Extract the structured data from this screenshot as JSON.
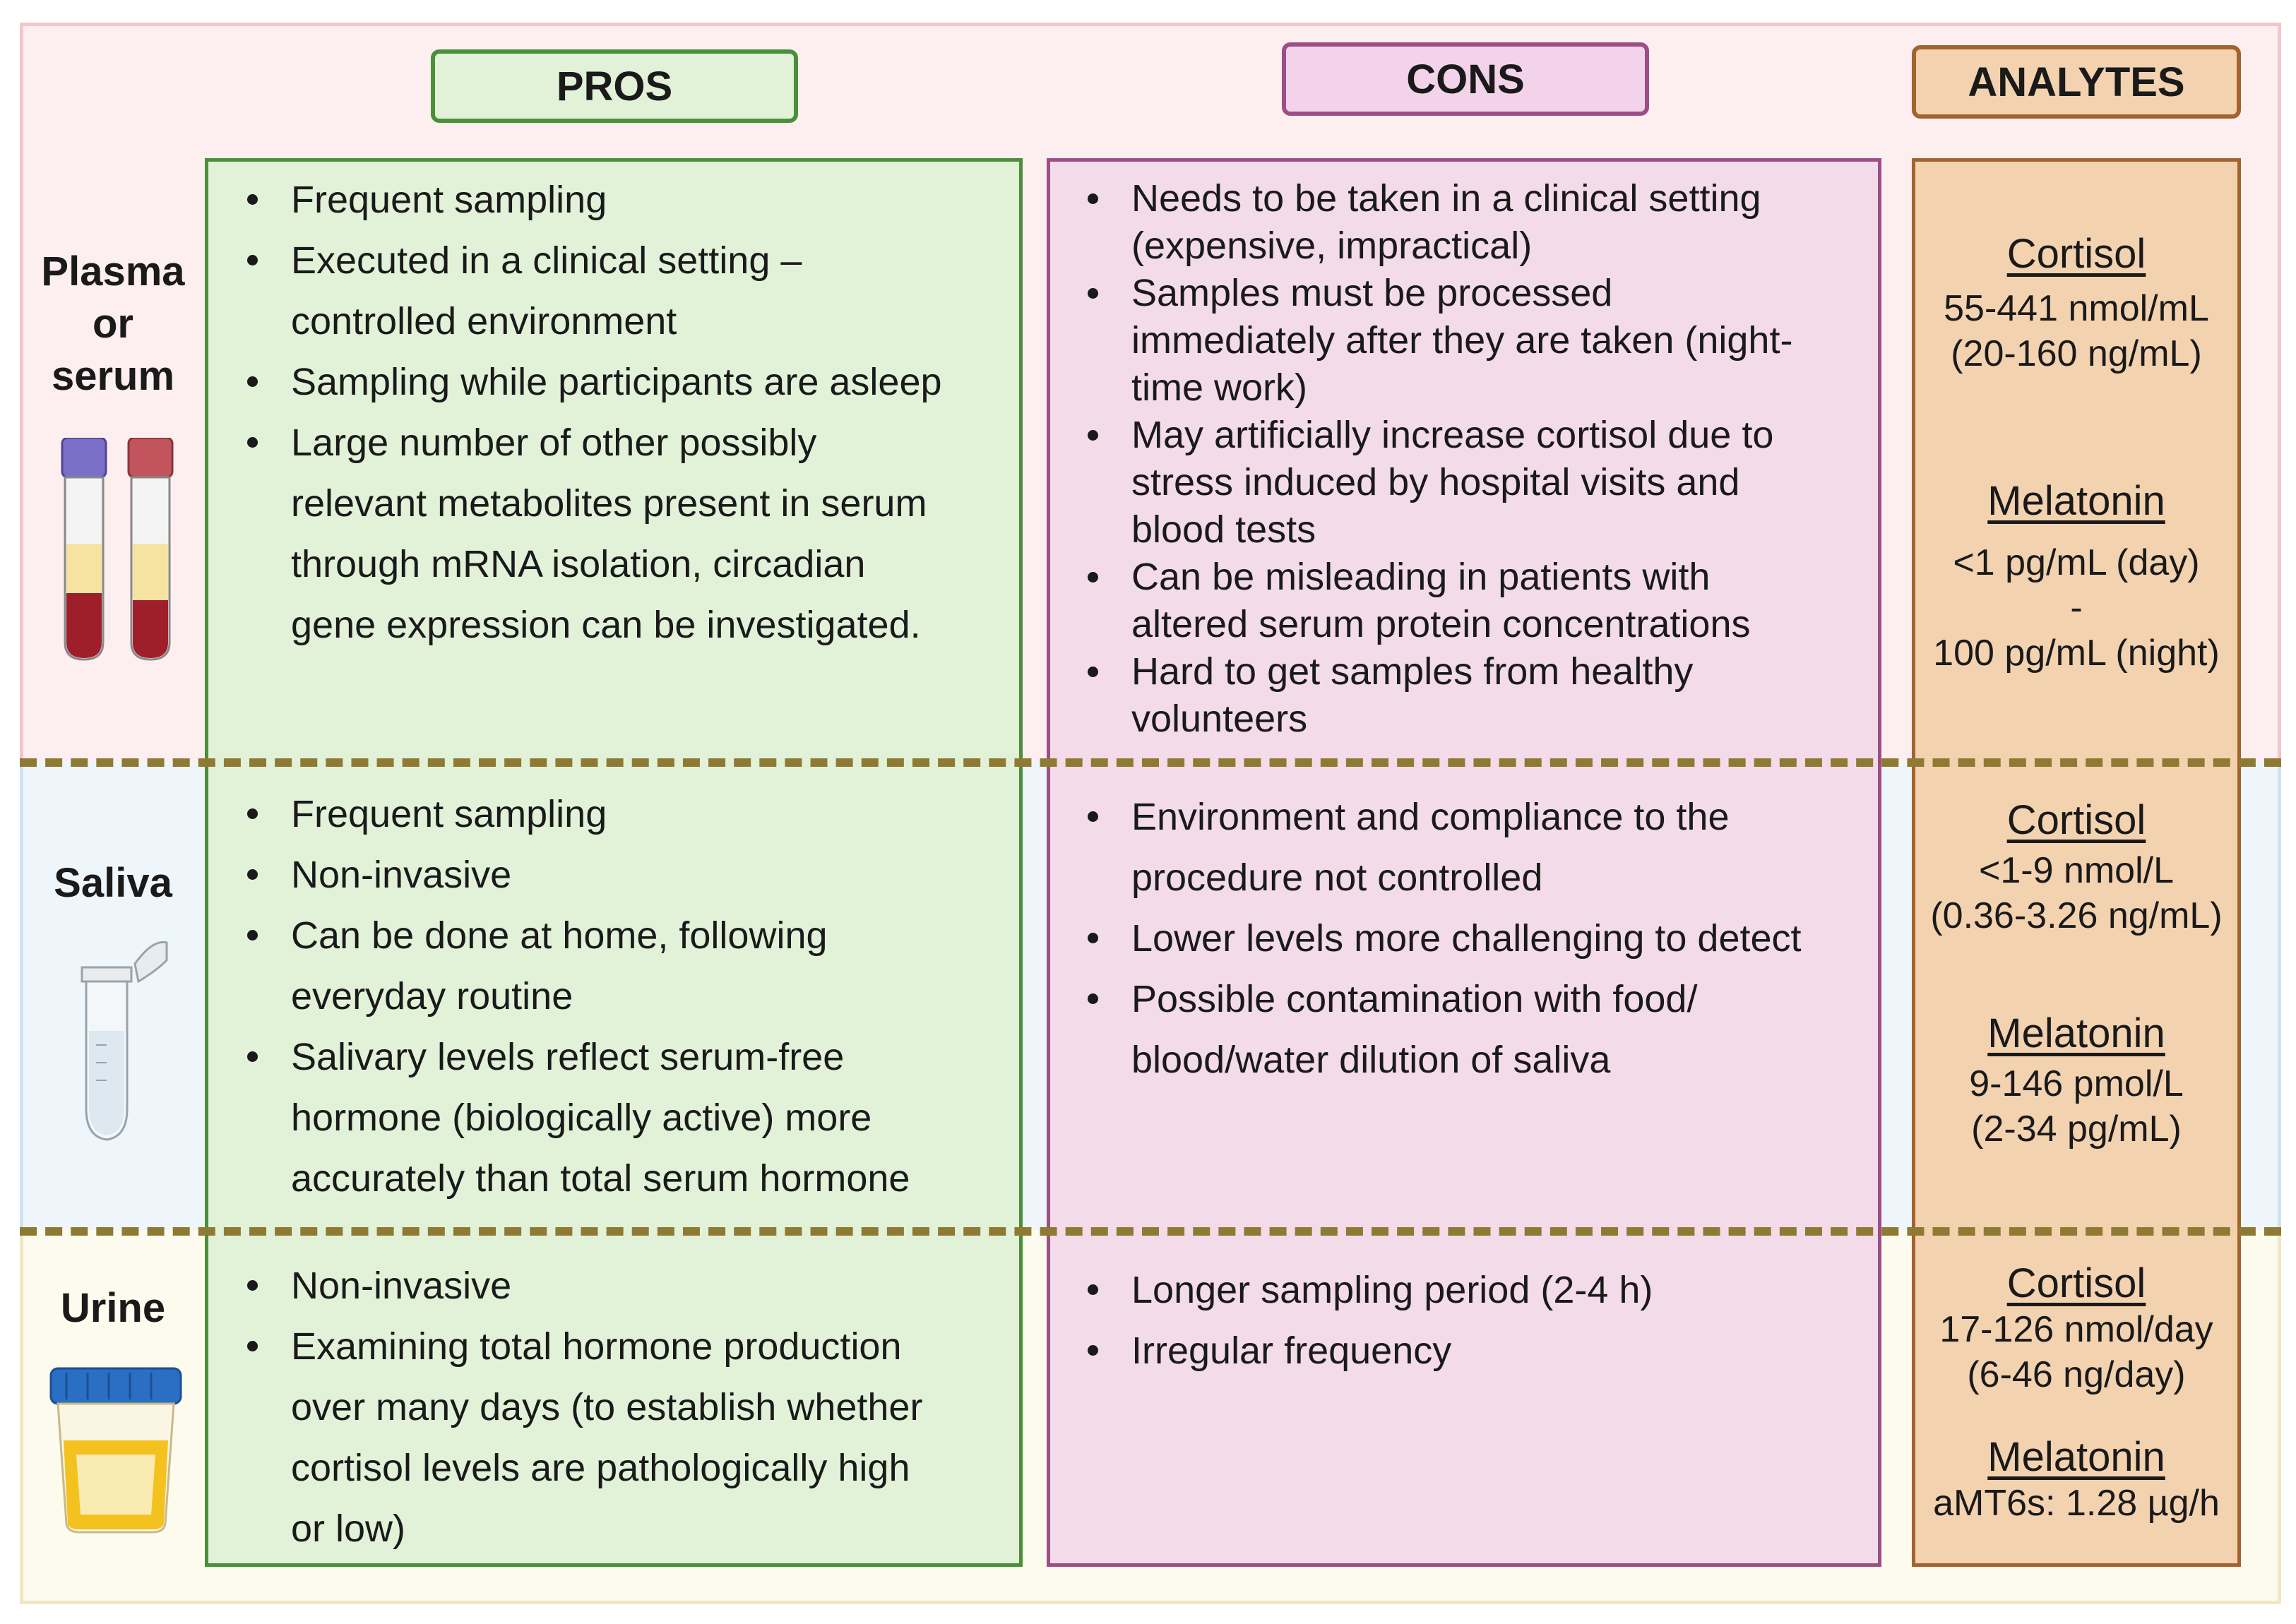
{
  "headers": {
    "pros": "PROS",
    "cons": "CONS",
    "analytes": "ANALYTES"
  },
  "rows": {
    "plasma": {
      "label_lines": [
        "Plasma",
        "or",
        "serum"
      ],
      "pros": [
        [
          "Frequent sampling"
        ],
        [
          "Executed in a clinical setting –",
          "controlled environment"
        ],
        [
          "Sampling while participants are asleep"
        ],
        [
          "Large number of other possibly",
          "relevant metabolites present in serum",
          "through mRNA isolation, circadian",
          "gene expression can be investigated."
        ]
      ],
      "cons": [
        [
          "Needs to be taken in a clinical setting",
          "(expensive, impractical)"
        ],
        [
          "Samples must be processed",
          "immediately after they are taken (night-",
          "time work)"
        ],
        [
          "May artificially increase cortisol due to",
          "stress induced by hospital visits and",
          "blood tests"
        ],
        [
          "Can be misleading in patients with",
          "altered serum protein concentrations"
        ],
        [
          "Hard to get samples from healthy",
          "volunteers"
        ]
      ],
      "analytes": {
        "cortisol_label": "Cortisol",
        "cortisol_values": [
          "55-441 nmol/mL",
          "(20-160 ng/mL)"
        ],
        "melatonin_label": "Melatonin",
        "melatonin_values": [
          "<1 pg/mL (day)",
          "-",
          "100 pg/mL (night)"
        ]
      },
      "icon": "blood-tubes-icon"
    },
    "saliva": {
      "label_lines": [
        "Saliva"
      ],
      "pros": [
        [
          "Frequent sampling"
        ],
        [
          "Non-invasive"
        ],
        [
          "Can be done at home, following",
          "everyday routine"
        ],
        [
          "Salivary levels reflect serum-free",
          "hormone (biologically active) more",
          "accurately than total serum hormone"
        ]
      ],
      "cons": [
        [
          "Environment and compliance to the",
          "procedure not controlled"
        ],
        [
          "Lower levels more challenging to detect"
        ],
        [
          "Possible contamination with food/",
          "blood/water dilution of saliva"
        ]
      ],
      "analytes": {
        "cortisol_label": "Cortisol",
        "cortisol_values": [
          "<1-9 nmol/L",
          "(0.36-3.26 ng/mL)"
        ],
        "melatonin_label": "Melatonin",
        "melatonin_values": [
          "9-146 pmol/L",
          "(2-34 pg/mL)"
        ]
      },
      "icon": "saliva-tube-icon"
    },
    "urine": {
      "label_lines": [
        "Urine"
      ],
      "pros": [
        [
          "Non-invasive"
        ],
        [
          "Examining total hormone production",
          "over many days (to establish whether",
          "cortisol levels are pathologically high",
          "or low)"
        ]
      ],
      "cons": [
        [
          "Longer sampling period (2-4 h)"
        ],
        [
          "Irregular frequency"
        ]
      ],
      "analytes": {
        "cortisol_label": "Cortisol",
        "cortisol_values": [
          "17-126 nmol/day",
          "(6-46 ng/day)"
        ],
        "melatonin_label": "Melatonin",
        "melatonin_values": [
          "aMT6s: 1.28 µg/h"
        ]
      },
      "icon": "urine-cup-icon"
    }
  },
  "colors": {
    "pros_border": "#4a8f3a",
    "pros_fill": "#e1f2d9",
    "cons_border": "#9b4f86",
    "cons_fill": "#f3dbe9",
    "analytes_border": "#a3632e",
    "analytes_fill": "#f3d2b0",
    "separator": "#8f7a33"
  }
}
